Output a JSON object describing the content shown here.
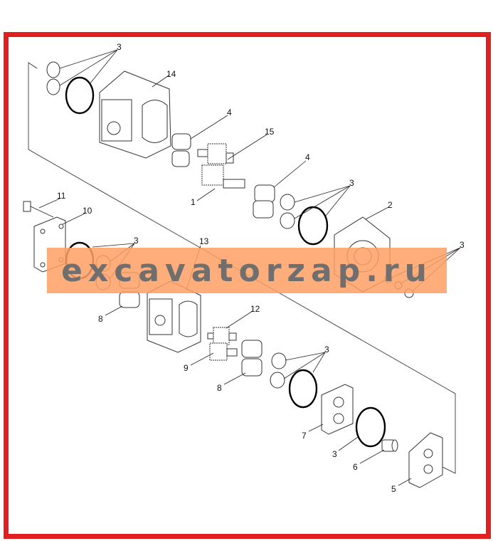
{
  "diagram": {
    "type": "exploded parts diagram",
    "labels": [
      "3",
      "14",
      "4",
      "15",
      "4",
      "1",
      "3",
      "2",
      "11",
      "10",
      "3",
      "3",
      "13",
      "12",
      "8",
      "9",
      "3",
      "8",
      "7",
      "3",
      "6",
      "5"
    ]
  },
  "watermark": {
    "text": "excavatorzap.ru",
    "color": "#ffa064"
  },
  "colors": {
    "frame": "#e0201f",
    "lines": "#222222"
  }
}
